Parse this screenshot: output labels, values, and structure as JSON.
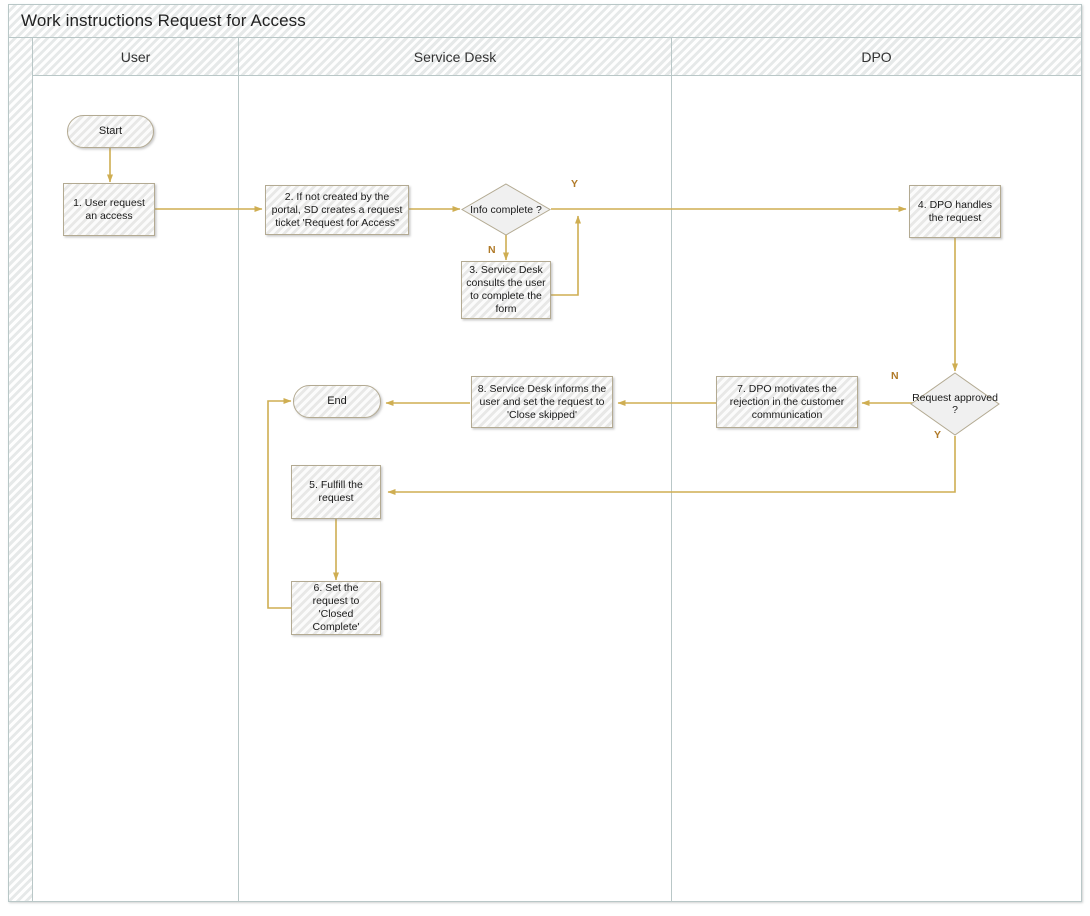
{
  "diagram": {
    "title": "Work instructions Request for Access",
    "type": "swimlane-flowchart",
    "colors": {
      "connector": "#cfae52",
      "node_border": "#b3aa92",
      "node_fill": "#f0f0f0",
      "lane_border": "#b9c7c7",
      "branch_label": "#b07a28",
      "title_text": "#222222"
    }
  },
  "lanes": [
    {
      "id": "user",
      "label": "User"
    },
    {
      "id": "service_desk",
      "label": "Service Desk"
    },
    {
      "id": "dpo",
      "label": "DPO"
    }
  ],
  "nodes": {
    "start": {
      "label": "Start",
      "shape": "terminator",
      "lane": "user"
    },
    "n1": {
      "label": "1.  User request an access",
      "shape": "process",
      "lane": "user"
    },
    "n2": {
      "label": "2. If not created by the portal, SD creates a request ticket 'Request for Access\"",
      "shape": "process",
      "lane": "service_desk"
    },
    "d1": {
      "label": "Info complete ?",
      "shape": "decision",
      "lane": "service_desk"
    },
    "n3": {
      "label": "3. Service Desk consults the user to complete the form",
      "shape": "process",
      "lane": "service_desk"
    },
    "n4": {
      "label": "4. DPO handles the request",
      "shape": "process",
      "lane": "dpo"
    },
    "d2": {
      "label": "Request approved ?",
      "shape": "decision",
      "lane": "dpo"
    },
    "n7": {
      "label": "7. DPO motivates the rejection in the customer communication",
      "shape": "process",
      "lane": "dpo"
    },
    "n8": {
      "label": "8. Service Desk informs the user and set the request to 'Close skipped'",
      "shape": "process",
      "lane": "service_desk"
    },
    "end": {
      "label": "End",
      "shape": "terminator",
      "lane": "service_desk"
    },
    "n5": {
      "label": "5. Fulfill the request",
      "shape": "process",
      "lane": "service_desk"
    },
    "n6": {
      "label": "6. Set the request to 'Closed Complete'",
      "shape": "process",
      "lane": "service_desk"
    }
  },
  "branch_labels": {
    "d1_yes": "Y",
    "d1_no": "N",
    "d2_no": "N",
    "d2_yes": "Y"
  }
}
